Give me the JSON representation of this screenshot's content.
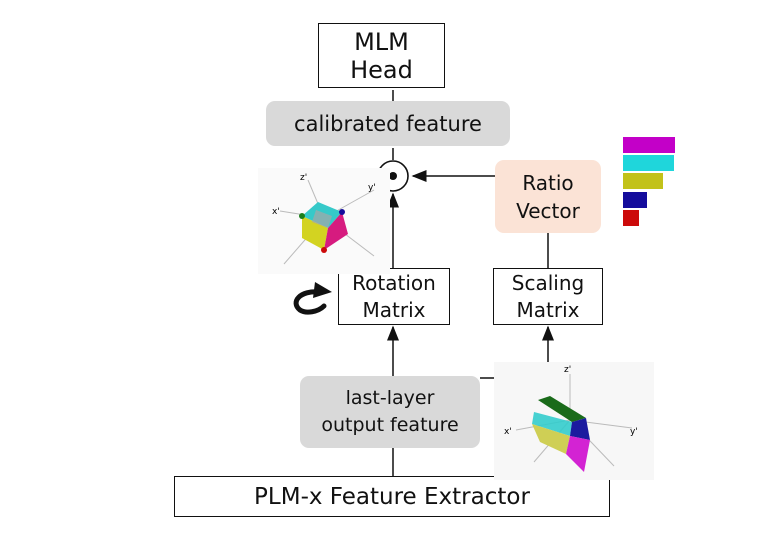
{
  "nodes": {
    "mlm_head": "MLM\nHead",
    "calibrated_feature": "calibrated feature",
    "ratio_vector": "Ratio\nVector",
    "rotation_matrix": "Rotation\nMatrix",
    "scaling_matrix": "Scaling\nMatrix",
    "last_layer": "last-layer\noutput feature",
    "plm_extractor": "PLM-x Feature Extractor"
  },
  "operator_icon": "hadamard-product-icon",
  "rotation_indicator_icon": "rotate-arrow-icon",
  "axes_top": {
    "x": "x'",
    "y": "y'",
    "z": "z'"
  },
  "axes_bottom": {
    "x": "x'",
    "y": "y'",
    "z": "z'"
  },
  "ratio_legend": [
    {
      "color": "#c300c8",
      "fraction": 1.0
    },
    {
      "color": "#1fd6db",
      "fraction": 0.98
    },
    {
      "color": "#c2c21a",
      "fraction": 0.76
    },
    {
      "color": "#140c9c",
      "fraction": 0.46
    },
    {
      "color": "#cc0a0a",
      "fraction": 0.3
    }
  ],
  "colors": {
    "grey_box": "#d9d9d9",
    "peach_box": "#fbe3d6",
    "line": "#111111"
  }
}
